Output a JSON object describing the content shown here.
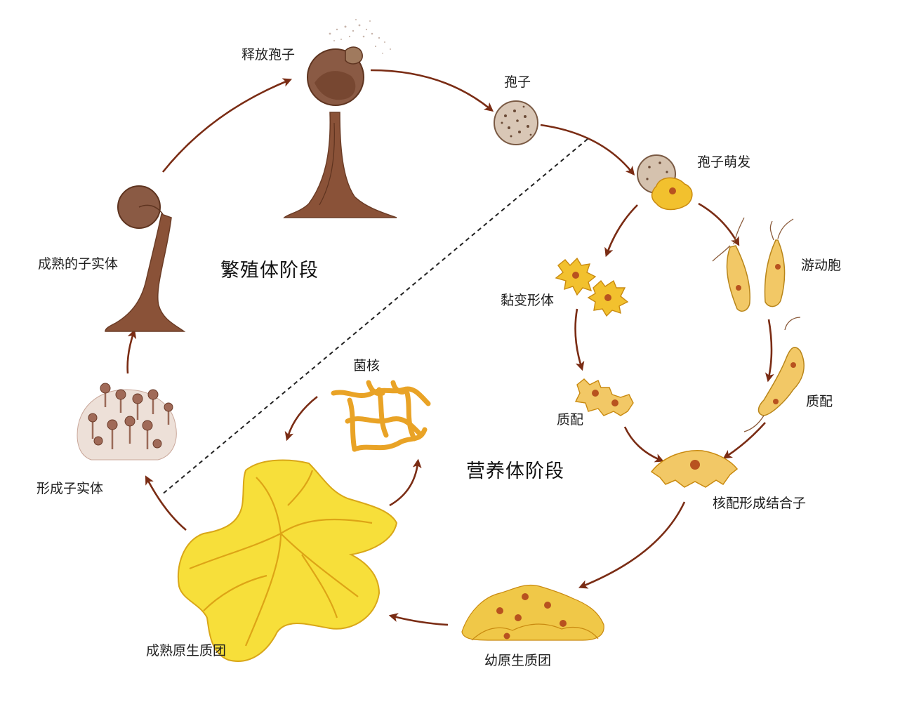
{
  "phases": {
    "reproductive": "繁殖体阶段",
    "vegetative": "营养体阶段"
  },
  "labels": {
    "release_spores": "释放孢子",
    "spore": "孢子",
    "spore_germination": "孢子萌发",
    "zoospore": "游动胞",
    "myxamoeba": "黏变形体",
    "plasmogamy_left": "质配",
    "plasmogamy_right": "质配",
    "zygote": "核配形成结合子",
    "young_plasmodium": "幼原生质团",
    "mature_plasmodium": "成熟原生质团",
    "sclerotium": "菌核",
    "forming_fruiting_body": "形成子实体",
    "mature_fruiting_body": "成熟的子实体"
  },
  "colors": {
    "arrow": "#7a2c14",
    "stalk": "#8a5238",
    "sporangium": "#7d4a30",
    "amoeba": "#f2c12e",
    "plasmodium": "#f7df3a",
    "sclerotium": "#e9a326",
    "fruiting_pink": "#c9a79a"
  }
}
